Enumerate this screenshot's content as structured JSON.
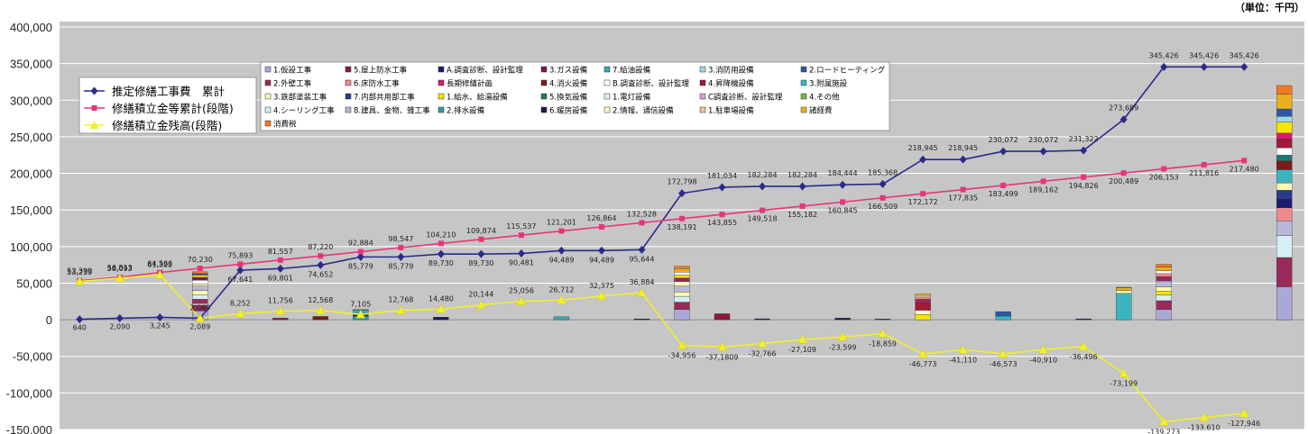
{
  "unit_label": "（単位：千円）",
  "chart_data": {
    "type": "bar",
    "ylim": [
      -150000,
      400000
    ],
    "yticks": [
      400000,
      350000,
      300000,
      250000,
      200000,
      150000,
      100000,
      50000,
      0,
      -50000,
      -100000,
      -150000
    ],
    "ytick_labels": [
      "400,000",
      "350,000",
      "300,000",
      "250,000",
      "200,000",
      "150,000",
      "100,000",
      "50,000",
      "0",
      "-50,000",
      "-100,000",
      "-150,000"
    ],
    "n_periods": 31,
    "grid": true,
    "series": [
      {
        "name": "推定修繕工事費　累計",
        "color": "#2b2b8a",
        "marker": "diamond",
        "values": [
          640,
          2090,
          3245,
          2089,
          67641,
          69801,
          74652,
          85779,
          85779,
          89730,
          89730,
          90481,
          94489,
          94489,
          95644,
          172798,
          181034,
          182284,
          182284,
          184444,
          185368,
          218945,
          218945,
          230072,
          230072,
          231322,
          273689,
          345426,
          345426,
          345426
        ],
        "labels": [
          "640",
          "2,090",
          "3,245",
          "2,089",
          "67,641",
          "69,801",
          "74,652",
          "85,779",
          "85,779",
          "89,730",
          "89,730",
          "90,481",
          "94,489",
          "94,489",
          "95,644",
          "172,798",
          "181,034",
          "182,284",
          "182,284",
          "184,444",
          "185,368",
          "218,945",
          "218,945",
          "230,072",
          "230,072",
          "231,322",
          "273,689",
          "345,426",
          "345,426",
          "345,426"
        ]
      },
      {
        "name": "修繕積立金等累計(段階)",
        "color": "#e8347a",
        "marker": "square",
        "values": [
          53239,
          58093,
          64566,
          70230,
          75893,
          81557,
          87220,
          92884,
          98547,
          104210,
          109874,
          115537,
          121201,
          126864,
          132528,
          138191,
          143855,
          149518,
          155182,
          160845,
          166509,
          172172,
          177835,
          183499,
          189162,
          194826,
          200489,
          206153,
          211816,
          217480
        ],
        "labels": [
          "53,239",
          "58,093",
          "64,566",
          "70,230",
          "75,893",
          "81,557",
          "87,220",
          "92,884",
          "98,547",
          "104,210",
          "109,874",
          "115,537",
          "121,201",
          "126,864",
          "132,528",
          "138,191",
          "143,855",
          "149,518",
          "155,182",
          "160,845",
          "166,509",
          "172,172",
          "177,835",
          "183,499",
          "189,162",
          "194,826",
          "200,489",
          "206,153",
          "211,816",
          "217,480"
        ]
      },
      {
        "name": "修繕積立金残高(段階)",
        "color": "#f2ef2e",
        "marker": "triangle",
        "values": [
          52399,
          56813,
          61322,
          2089,
          8252,
          11756,
          12568,
          7105,
          12768,
          14480,
          20144,
          25056,
          26712,
          32375,
          36884,
          -34956,
          -37180,
          -32766,
          -27109,
          -23599,
          -18859,
          -46773,
          -41110,
          -46573,
          -40910,
          -36496,
          -73199,
          -139273,
          -133610,
          -127946
        ],
        "labels": [
          "52,399",
          "56,813",
          "61,322",
          "2,089",
          "8,252",
          "11,756",
          "12,568",
          "7,105",
          "12,768",
          "14,480",
          "20,144",
          "25,056",
          "26,712",
          "32,375",
          "36,884",
          "-34,956",
          "-37,1809",
          "-32,766",
          "-27,109",
          "-23,599",
          "-18,859",
          "-46,773",
          "-41,110",
          "-46,573",
          "-40,910",
          "-36,496",
          "-73,199",
          "-139,273",
          "-133,610",
          "-127,946"
        ]
      }
    ],
    "categories": [
      {
        "label": "1.仮設工事",
        "color": "#a9a9d8"
      },
      {
        "label": "5.屋上防水工事",
        "color": "#8b1a3a"
      },
      {
        "label": "A.調査診断、設計監理",
        "color": "#1a1a6e"
      },
      {
        "label": "3.ガス設備",
        "color": "#7a1a5a"
      },
      {
        "label": "7.給油設備",
        "color": "#3aa6b5"
      },
      {
        "label": "3.消防用設備",
        "color": "#9fd6e2"
      },
      {
        "label": "2.ロードヒーティング",
        "color": "#2a5aa0"
      },
      {
        "label": "2.外壁工事",
        "color": "#9a2a5a"
      },
      {
        "label": "6.床防水工事",
        "color": "#f08a8a"
      },
      {
        "label": "長期修繕計画",
        "color": "#d81a6a"
      },
      {
        "label": "4.消火設備",
        "color": "#7a1a1a"
      },
      {
        "label": "B.調査診断、設計監理",
        "color": "#ffffff"
      },
      {
        "label": "4.昇降機設備",
        "color": "#a01a3a"
      },
      {
        "label": "3.附属施設",
        "color": "#3ab5c0"
      },
      {
        "label": "3.鉄部塗装工事",
        "color": "#fff9b0"
      },
      {
        "label": "7.内部共用部工事",
        "color": "#2a3a8a"
      },
      {
        "label": "1.給水、給湯設備",
        "color": "#f5e500"
      },
      {
        "label": "5.換気設備",
        "color": "#1a7a7a"
      },
      {
        "label": "1.電灯設備",
        "color": "#d6f0f5"
      },
      {
        "label": "C調査診断、設計監理",
        "color": "#d8a0d8"
      },
      {
        "label": "4.その他",
        "color": "#7ab53a"
      },
      {
        "label": "4.シーリング工事",
        "color": "#d6eef5"
      },
      {
        "label": "8.建具、金物、雑工事",
        "color": "#b8b8d8"
      },
      {
        "label": "2.排水設備",
        "color": "#2a9aaa"
      },
      {
        "label": "6.暖房設備",
        "color": "#1a1a4a"
      },
      {
        "label": "2.情報、通信設備",
        "color": "#fff7c0"
      },
      {
        "label": "1.駐車場設備",
        "color": "#f5c090"
      },
      {
        "label": "諸経費",
        "color": "#e8b020"
      },
      {
        "label": "消費税",
        "color": "#f07a20"
      }
    ],
    "bars": [
      {
        "i": 3,
        "segments": [
          [
            "#a9a9d8",
            12000
          ],
          [
            "#9a2a5a",
            8000
          ],
          [
            "#ffffff",
            2000
          ],
          [
            "#9a2a5a",
            6000
          ],
          [
            "#d6eef5",
            6000
          ],
          [
            "#fff9b0",
            6000
          ],
          [
            "#b8b8d8",
            6000
          ],
          [
            "#fff7c0",
            3000
          ],
          [
            "#ffffff",
            5000
          ],
          [
            "#7a1a5a",
            4000
          ],
          [
            "#f5e500",
            3000
          ],
          [
            "#2a5aa0",
            2000
          ],
          [
            "#f07a20",
            2500
          ]
        ]
      },
      {
        "i": 5,
        "segments": [
          [
            "#8b1a3a",
            2200
          ]
        ]
      },
      {
        "i": 6,
        "segments": [
          [
            "#7a1a1a",
            4000
          ],
          [
            "#e8b020",
            800
          ]
        ]
      },
      {
        "i": 7,
        "segments": [
          [
            "#2a9aaa",
            5000
          ],
          [
            "#1a1a4a",
            2000
          ],
          [
            "#3aa6b5",
            6100
          ],
          [
            "#7ab53a",
            1000
          ]
        ]
      },
      {
        "i": 9,
        "segments": [
          [
            "#1a1a4a",
            3500
          ]
        ]
      },
      {
        "i": 12,
        "segments": [
          [
            "#3aa6b5",
            4000
          ]
        ]
      },
      {
        "i": 14,
        "segments": [
          [
            "#1a1a4a",
            1200
          ]
        ]
      },
      {
        "i": 15,
        "segments": [
          [
            "#a9a9d8",
            14000
          ],
          [
            "#9a2a5a",
            10000
          ],
          [
            "#d6eef5",
            8000
          ],
          [
            "#fff9b0",
            6000
          ],
          [
            "#b8b8d8",
            8000
          ],
          [
            "#fff7c0",
            6000
          ],
          [
            "#9a2a5a",
            5000
          ],
          [
            "#f5e500",
            4000
          ],
          [
            "#ffffff",
            4000
          ],
          [
            "#e8b020",
            5000
          ],
          [
            "#f07a20",
            3000
          ]
        ]
      },
      {
        "i": 16,
        "segments": [
          [
            "#8b1a3a",
            8200
          ]
        ]
      },
      {
        "i": 17,
        "segments": [
          [
            "#1a1a4a",
            1300
          ]
        ]
      },
      {
        "i": 19,
        "segments": [
          [
            "#1a1a4a",
            2200
          ]
        ]
      },
      {
        "i": 20,
        "segments": [
          [
            "#1a1a4a",
            900
          ]
        ]
      },
      {
        "i": 21,
        "segments": [
          [
            "#f5e500",
            7000
          ],
          [
            "#fff7c0",
            6000
          ],
          [
            "#a01a3a",
            10000
          ],
          [
            "#9a2a5a",
            5000
          ],
          [
            "#f08a8a",
            3000
          ],
          [
            "#fff9b0",
            2000
          ],
          [
            "#e8b020",
            2500
          ]
        ]
      },
      {
        "i": 23,
        "segments": [
          [
            "#3ab5c0",
            5000
          ],
          [
            "#2a5aa0",
            6100
          ]
        ]
      },
      {
        "i": 25,
        "segments": [
          [
            "#1a1a4a",
            1250
          ]
        ]
      },
      {
        "i": 26,
        "segments": [
          [
            "#3ab5c0",
            36000
          ],
          [
            "#fff9b0",
            4000
          ],
          [
            "#e8b020",
            3400
          ],
          [
            "#7ab53a",
            1000
          ]
        ]
      },
      {
        "i": 27,
        "segments": [
          [
            "#a9a9d8",
            14000
          ],
          [
            "#9a2a5a",
            12000
          ],
          [
            "#d6eef5",
            8000
          ],
          [
            "#f5e500",
            5000
          ],
          [
            "#fff9b0",
            6000
          ],
          [
            "#b8b8d8",
            8000
          ],
          [
            "#9a2a5a",
            6000
          ],
          [
            "#f08a8a",
            4000
          ],
          [
            "#ffffff",
            4000
          ],
          [
            "#e8b020",
            5000
          ],
          [
            "#f07a20",
            3700
          ]
        ]
      },
      {
        "i": 30,
        "segments": [
          [
            "#a9a9d8",
            45000
          ],
          [
            "#9a2a5a",
            40000
          ],
          [
            "#d6eef5",
            30000
          ],
          [
            "#b8b8d8",
            20000
          ],
          [
            "#f08a8a",
            18000
          ],
          [
            "#1a1a6e",
            12000
          ],
          [
            "#2a3a8a",
            12000
          ],
          [
            "#fff9b0",
            10000
          ],
          [
            "#3ab5c0",
            18000
          ],
          [
            "#7a1a1a",
            12000
          ],
          [
            "#1a7a7a",
            8000
          ],
          [
            "#ffffff",
            10000
          ],
          [
            "#a01a3a",
            12000
          ],
          [
            "#d81a6a",
            8000
          ],
          [
            "#f5e500",
            15000
          ],
          [
            "#9fd6e2",
            8000
          ],
          [
            "#2a5aa0",
            10000
          ],
          [
            "#e8b020",
            20000
          ],
          [
            "#f07a20",
            12000
          ]
        ]
      }
    ]
  }
}
